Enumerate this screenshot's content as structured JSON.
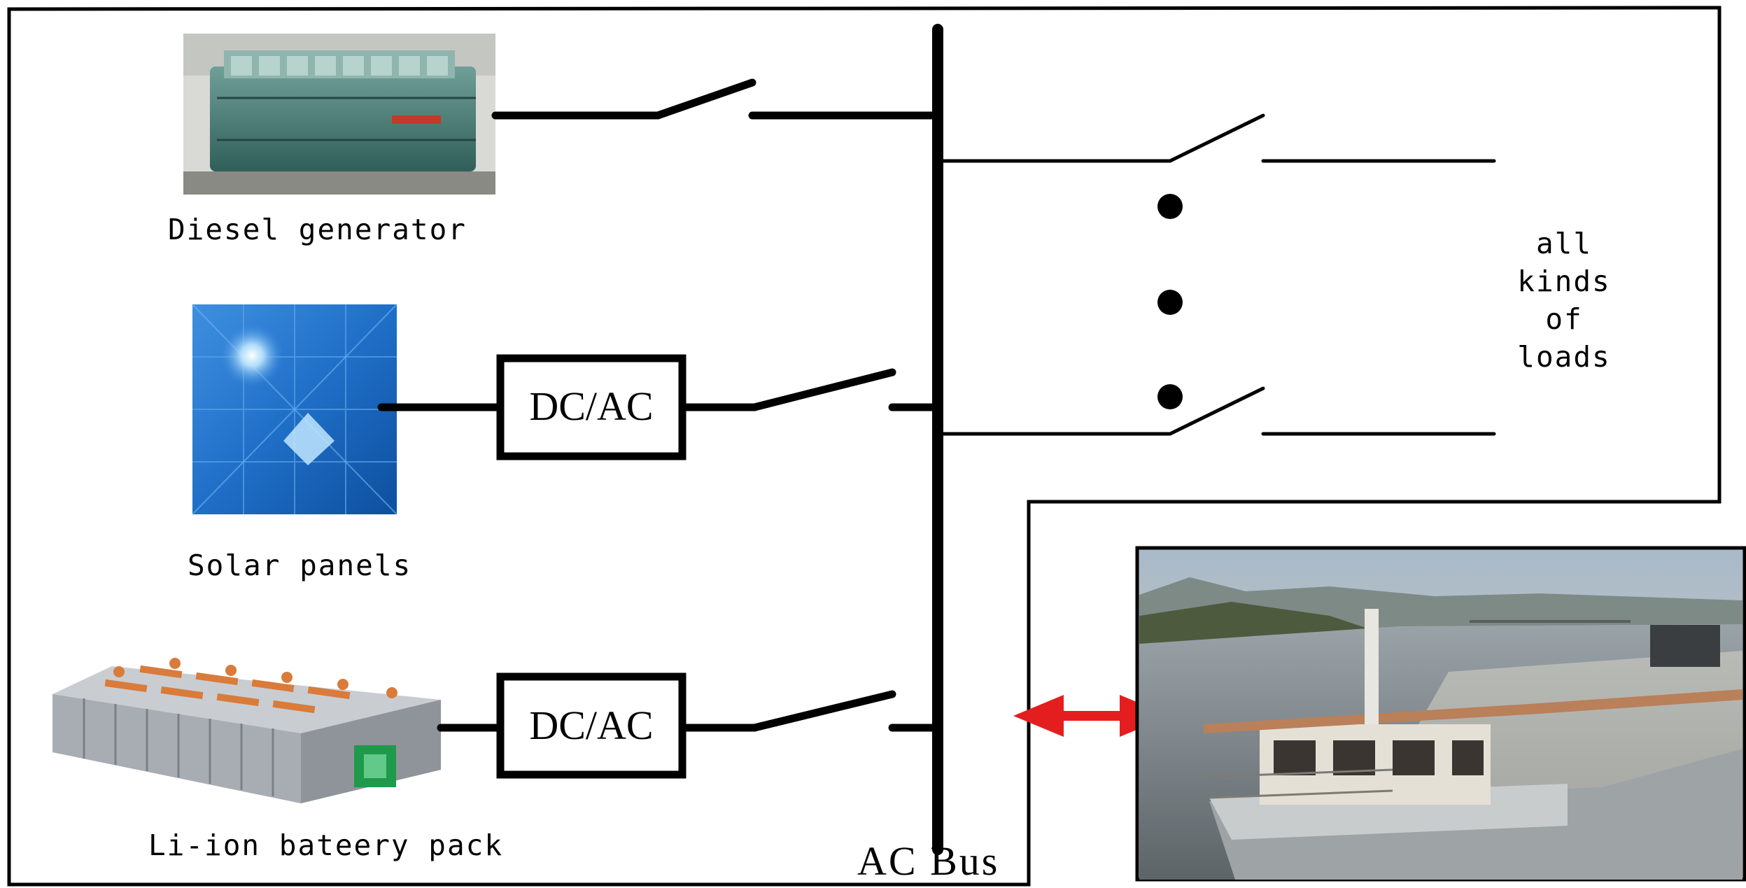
{
  "sources": {
    "diesel": {
      "label": "Diesel generator"
    },
    "solar": {
      "label": "Solar panels"
    },
    "battery": {
      "label": "Li-ion bateery pack"
    }
  },
  "converters": {
    "solar": {
      "label": "DC/AC"
    },
    "battery": {
      "label": "DC/AC"
    }
  },
  "bus": {
    "label": "AC Bus"
  },
  "loads": {
    "lines": [
      "all",
      "kinds",
      "of",
      "loads"
    ]
  },
  "colors": {
    "line": "#000000",
    "arrow": "#e41e1e",
    "frame": "#000000"
  },
  "icons": [
    "diesel-generator-image",
    "solar-panel-image",
    "battery-pack-image",
    "ship-photo-image",
    "bidirectional-arrow-icon"
  ]
}
